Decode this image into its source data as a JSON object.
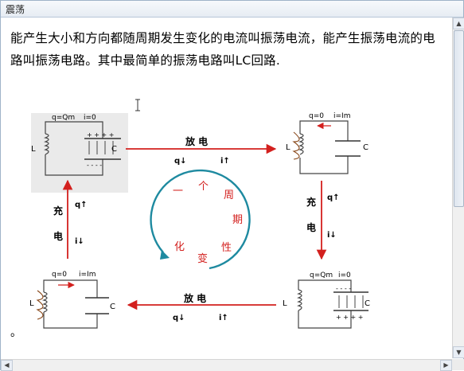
{
  "window": {
    "title": "震荡"
  },
  "paragraph": "能产生大小和方向都随周期发生变化的电流叫振荡电流，能产生振荡电流的电路叫振荡电路。其中最简单的振荡电路叫LC回路.",
  "trailing_mark": "。",
  "diagram": {
    "states": {
      "top_left": {
        "q": "q=Qm",
        "i": "i=0",
        "L": "L",
        "C": "C"
      },
      "top_right": {
        "q": "q=0",
        "i": "i=Im",
        "L": "L",
        "C": "C"
      },
      "bottom_right": {
        "q": "q=Qm",
        "i": "i=0",
        "L": "L",
        "C": "C"
      },
      "bottom_left": {
        "q": "q=0",
        "i": "i=Im",
        "L": "L",
        "C": "C"
      }
    },
    "top_arrow": {
      "label": "放    电",
      "q": "q↓",
      "i": "i↑"
    },
    "bottom_arrow": {
      "label": "放    电",
      "q": "q↓",
      "i": "i↑"
    },
    "right_arrow": {
      "label1": "充",
      "label2": "电",
      "q": "q↑",
      "i": "i↓"
    },
    "left_arrow": {
      "label1": "充",
      "label2": "电",
      "q": "q↑",
      "i": "i↓"
    },
    "cycle_chars": [
      "一",
      "个",
      "周",
      "期",
      "性",
      "变",
      "化"
    ]
  },
  "colors": {
    "red": "#d3201e",
    "teal": "#1e8aa0",
    "brown": "#8a4a1c"
  }
}
